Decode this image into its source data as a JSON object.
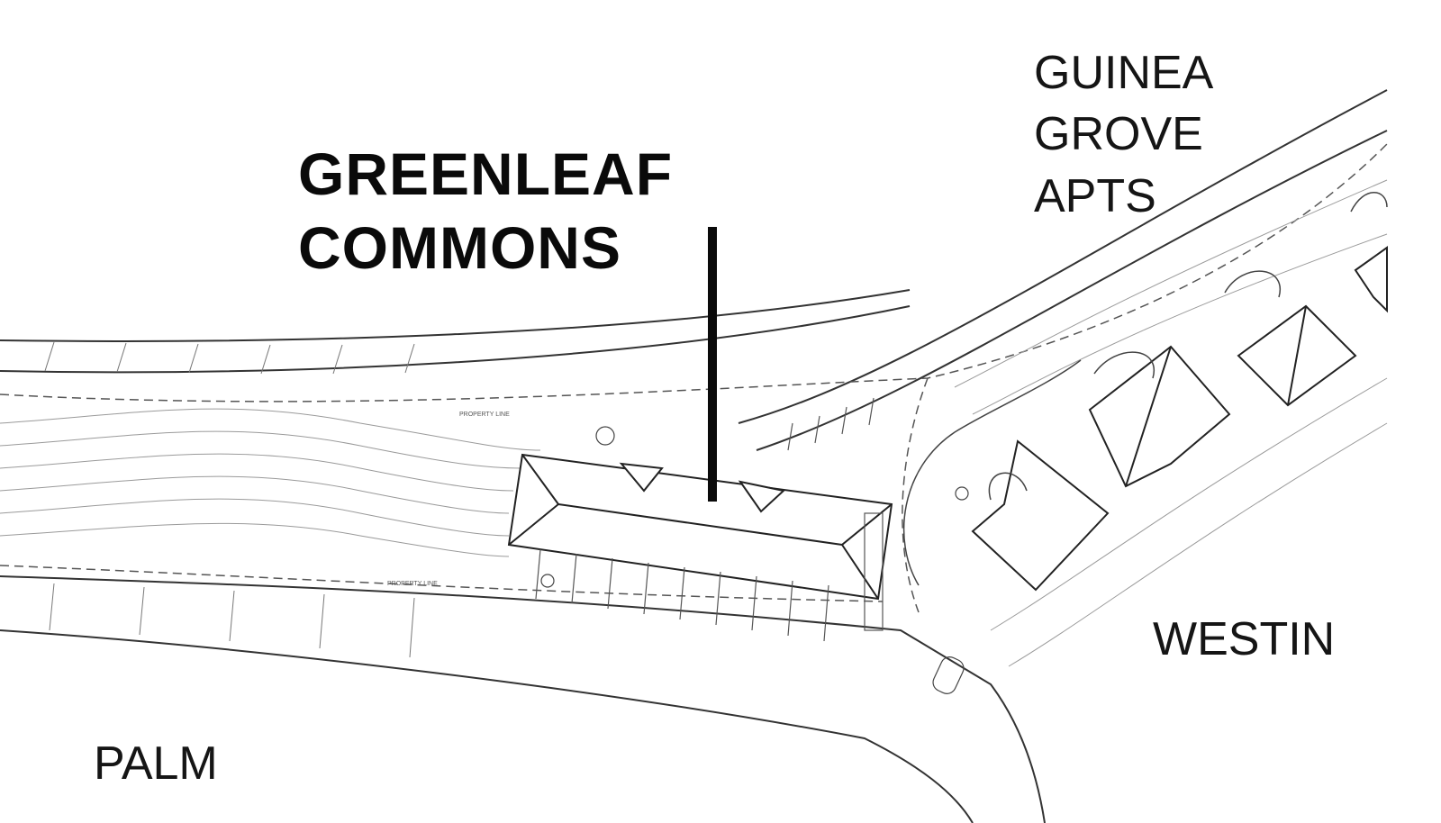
{
  "labels": {
    "greenleaf": [
      "GREENLEAF",
      "COMMONS"
    ],
    "guinea": [
      "GUINEA",
      "GROVE",
      "APTS"
    ],
    "westin": "WESTIN",
    "palm": "PALM"
  },
  "plan_annotations": {
    "property_line": "PROPERTY LINE"
  },
  "colors": {
    "ink": "#0a0a0a",
    "linework": "#3a3a3a",
    "background": "#ffffff"
  }
}
